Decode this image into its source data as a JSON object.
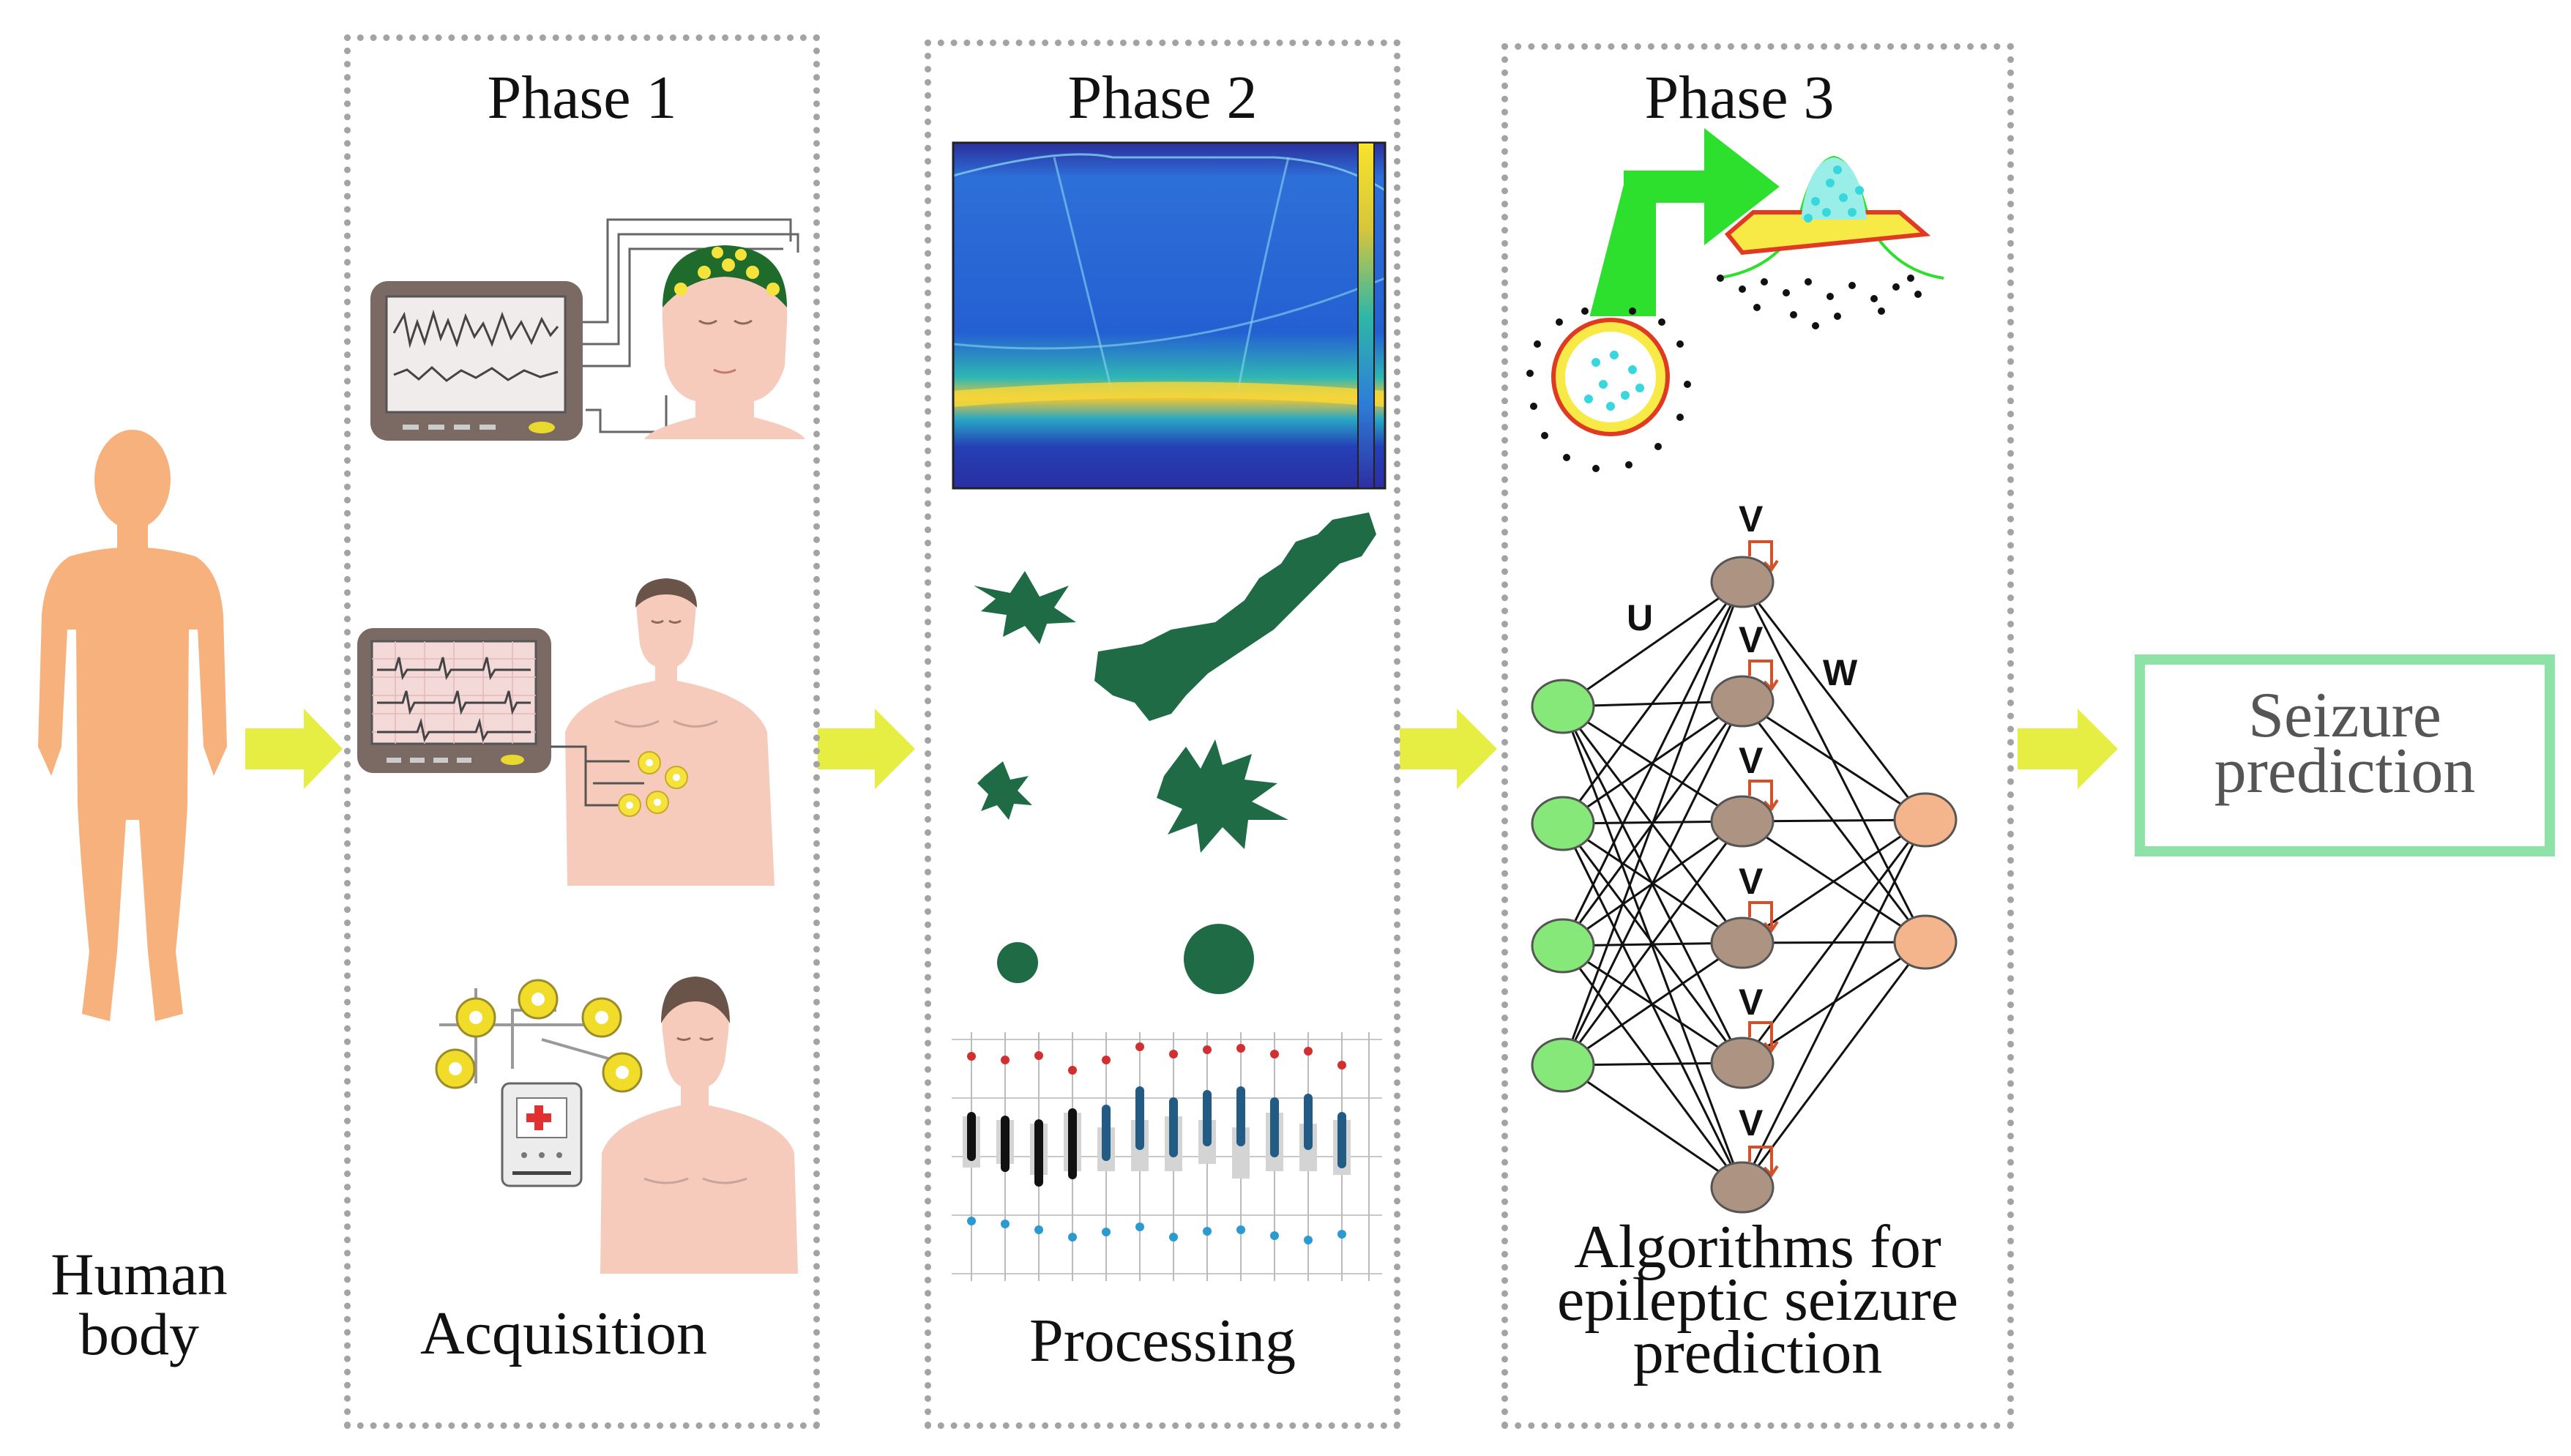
{
  "source": {
    "label_line1": "Human",
    "label_line2": "body"
  },
  "phase1": {
    "title": "Phase 1",
    "caption": "Acquisition"
  },
  "phase2": {
    "title": "Phase 2",
    "caption": "Processing"
  },
  "phase3": {
    "title": "Phase 3",
    "caption_line1": "Algorithms for",
    "caption_line2": "epileptic seizure",
    "caption_line3": "prediction",
    "nn_labels": {
      "input_weights": "U",
      "recurrent_weights": "V",
      "output_weights": "W"
    }
  },
  "result": {
    "line1": "Seizure",
    "line2": "prediction"
  },
  "colors": {
    "arrow": "#e6ee43",
    "box_border": "#a3a3a3",
    "result_border": "#8ee2a7",
    "skin": "#f7b17d",
    "input_node": "#86e878",
    "hidden_node": "#ad9482",
    "output_node": "#f5b58c",
    "recurrent_loop": "#d2512a",
    "cluster_green": "#2ee02e"
  }
}
